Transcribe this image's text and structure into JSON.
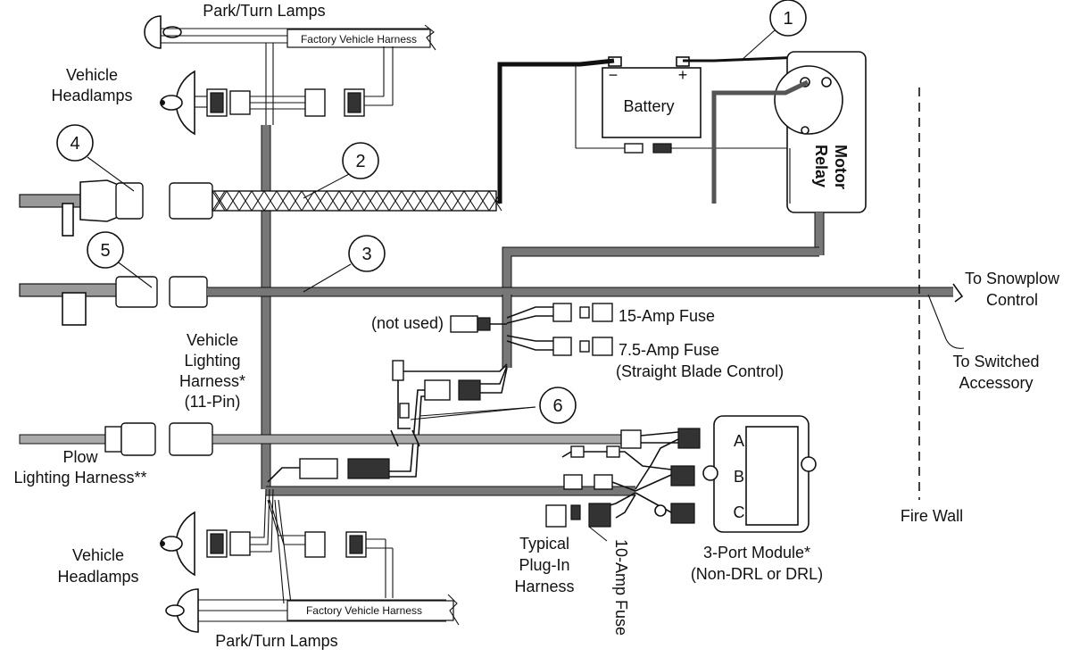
{
  "labels": {
    "park_turn_top": "Park/Turn Lamps",
    "factory_harness_top": "Factory Vehicle Harness",
    "vehicle_headlamps_top_1": "Vehicle",
    "vehicle_headlamps_top_2": "Headlamps",
    "battery": "Battery",
    "battery_minus": "−",
    "battery_plus": "+",
    "motor_relay_1": "Motor",
    "motor_relay_2": "Relay",
    "to_snowplow_1": "To Snowplow",
    "to_snowplow_2": "Control",
    "to_switched_1": "To Switched",
    "to_switched_2": "Accessory",
    "not_used": "(not used)",
    "fuse_15": "15-Amp Fuse",
    "fuse_75": "7.5-Amp Fuse",
    "fuse_75_note": "(Straight Blade Control)",
    "vlh_1": "Vehicle",
    "vlh_2": "Lighting",
    "vlh_3": "Harness*",
    "vlh_4": "(11-Pin)",
    "plow_lighting_1": "Plow",
    "plow_lighting_2": "Lighting Harness**",
    "module_a": "A",
    "module_b": "B",
    "module_c": "C",
    "fire_wall": "Fire Wall",
    "vehicle_headlamps_bot_1": "Vehicle",
    "vehicle_headlamps_bot_2": "Headlamps",
    "factory_harness_bot": "Factory Vehicle Harness",
    "park_turn_bot": "Park/Turn Lamps",
    "typical_plug_1": "Typical",
    "typical_plug_2": "Plug-In",
    "typical_plug_3": "Harness",
    "fuse_10": "10-Amp Fuse",
    "module_1": "3-Port Module*",
    "module_2": "(Non-DRL or DRL)"
  },
  "callouts": [
    "1",
    "2",
    "3",
    "4",
    "5",
    "6"
  ]
}
